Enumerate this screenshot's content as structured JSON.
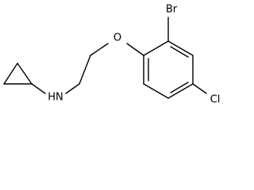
{
  "molecule": {
    "atoms": {
      "bromine": "Br",
      "oxygen": "O",
      "chlorine": "Cl",
      "amine": "H​N"
    }
  }
}
